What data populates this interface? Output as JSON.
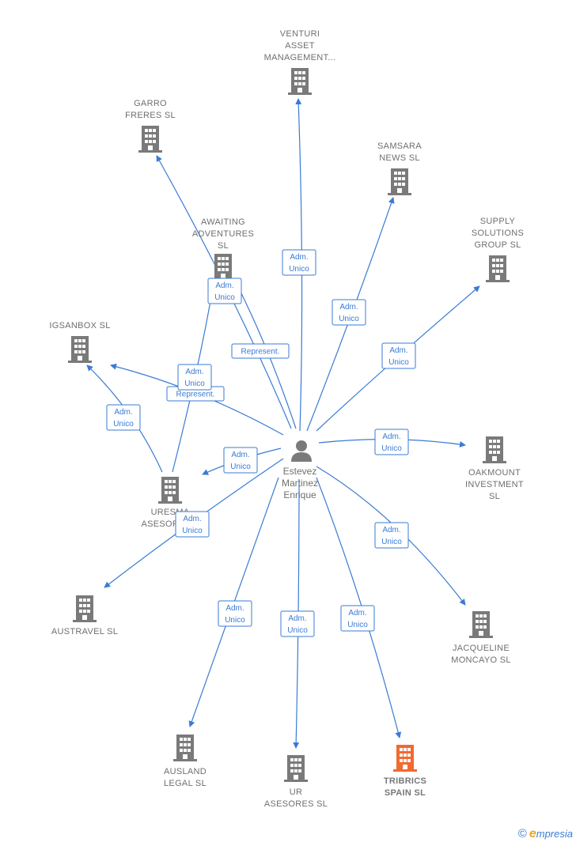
{
  "colors": {
    "edge": "#3a7bd5",
    "building": "#7a7a7a",
    "highlight": "#f26a30",
    "person": "#7a7a7a"
  },
  "center": {
    "name_lines": [
      "Estevez",
      "Martinez",
      "Enrique"
    ],
    "icon": "person-icon"
  },
  "nodes": [
    {
      "id": "venturi",
      "lines": [
        "VENTURI",
        "ASSET",
        "MANAGEMENT..."
      ],
      "highlight": false
    },
    {
      "id": "garro",
      "lines": [
        "GARRO",
        "FRERES  SL"
      ],
      "highlight": false
    },
    {
      "id": "samsara",
      "lines": [
        "SAMSARA",
        "NEWS  SL"
      ],
      "highlight": false
    },
    {
      "id": "awaiting",
      "lines": [
        "AWAITING",
        "ADVENTURES",
        "SL"
      ],
      "highlight": false
    },
    {
      "id": "supply",
      "lines": [
        "SUPPLY",
        "SOLUTIONS",
        "GROUP  SL"
      ],
      "highlight": false
    },
    {
      "id": "igsanbox",
      "lines": [
        "IGSANBOX  SL"
      ],
      "highlight": false
    },
    {
      "id": "oakmount",
      "lines": [
        "OAKMOUNT",
        "INVESTMENT",
        "SL"
      ],
      "highlight": false
    },
    {
      "id": "uresma",
      "lines": [
        "URESMA",
        "ASESORES..."
      ],
      "highlight": false
    },
    {
      "id": "austravel",
      "lines": [
        "AUSTRAVEL SL"
      ],
      "highlight": false
    },
    {
      "id": "jacqueline",
      "lines": [
        "JACQUELINE",
        "MONCAYO  SL"
      ],
      "highlight": false
    },
    {
      "id": "ausland",
      "lines": [
        "AUSLAND",
        "LEGAL  SL"
      ],
      "highlight": false
    },
    {
      "id": "ur",
      "lines": [
        "UR",
        "ASESORES SL"
      ],
      "highlight": false
    },
    {
      "id": "tribrics",
      "lines": [
        "TRIBRICS",
        "SPAIN  SL"
      ],
      "highlight": true
    }
  ],
  "edges": [
    {
      "to": "venturi",
      "label": [
        "Adm.",
        "Unico"
      ]
    },
    {
      "to": "garro",
      "label": [
        "Adm.",
        "Unico"
      ]
    },
    {
      "to": "samsara",
      "label": [
        "Adm.",
        "Unico"
      ]
    },
    {
      "to": "awaiting",
      "label": [
        "Represent."
      ]
    },
    {
      "to": "supply",
      "label": [
        "Adm.",
        "Unico"
      ]
    },
    {
      "to": "igsanbox",
      "label": [
        "Represent."
      ]
    },
    {
      "to": "oakmount",
      "label": [
        "Adm.",
        "Unico"
      ]
    },
    {
      "to": "uresma",
      "label": [
        "Adm.",
        "Unico"
      ]
    },
    {
      "to": "austravel",
      "label": [
        "Adm.",
        "Unico"
      ]
    },
    {
      "to": "jacqueline",
      "label": [
        "Adm.",
        "Unico"
      ]
    },
    {
      "to": "ausland",
      "label": [
        "Adm.",
        "Unico"
      ]
    },
    {
      "to": "ur",
      "label": [
        "Adm.",
        "Unico"
      ]
    },
    {
      "to": "tribrics",
      "label": [
        "Adm.",
        "Unico"
      ]
    },
    {
      "from": "uresma",
      "to": "awaiting",
      "label": [
        "Adm.",
        "Unico"
      ]
    },
    {
      "from": "uresma",
      "to": "igsanbox",
      "label": [
        "Adm.",
        "Unico"
      ]
    }
  ],
  "footer": {
    "copyright": "©",
    "brand_initial": "e",
    "brand_rest": "mpresia"
  }
}
